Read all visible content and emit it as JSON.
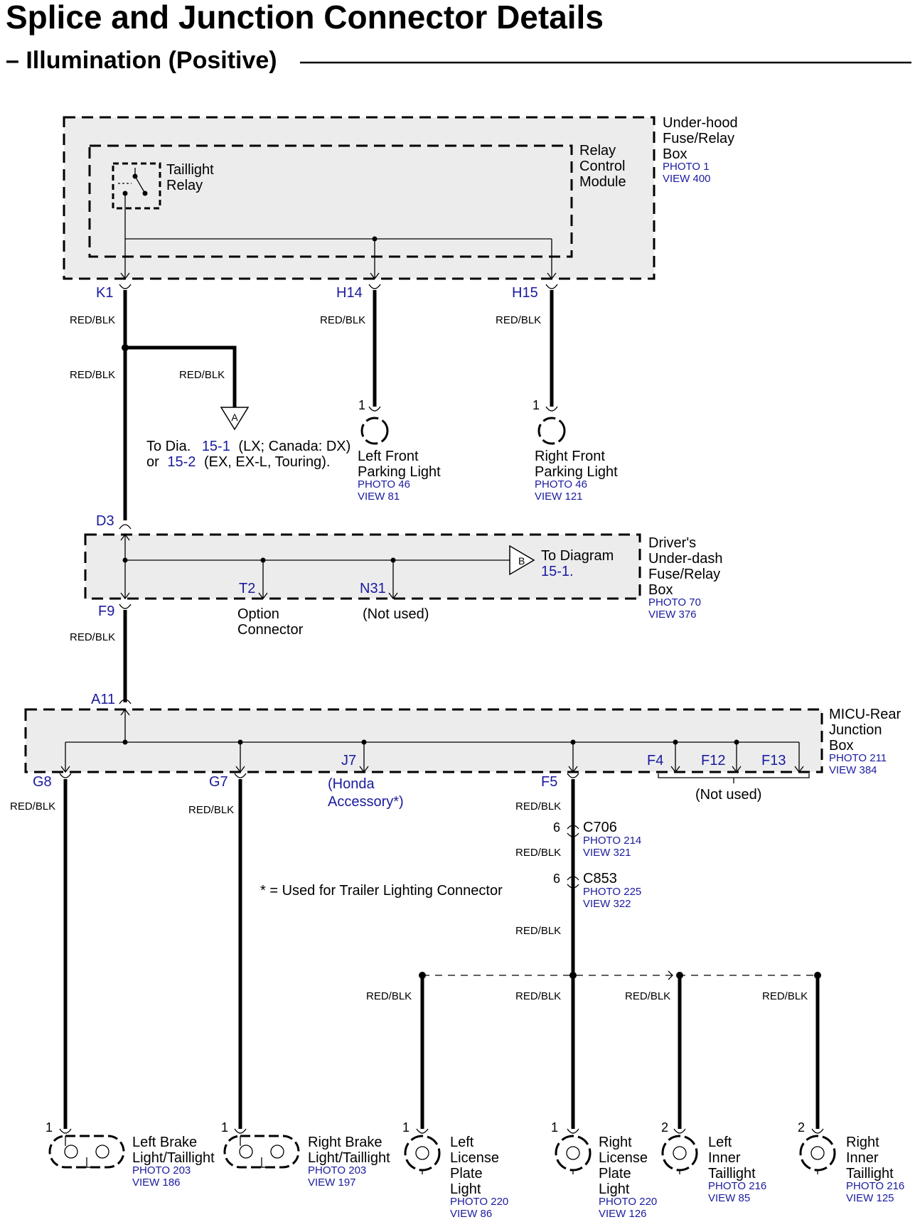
{
  "title": "Splice and Junction Connector Details",
  "subtitle": "– Illumination (Positive)",
  "underhood": {
    "name": [
      "Under-hood",
      "Fuse/Relay",
      "Box"
    ],
    "photo": "PHOTO 1",
    "view": "VIEW 400",
    "relay_control_module": [
      "Relay",
      "Control",
      "Module"
    ],
    "taillight_relay": [
      "Taillight",
      "Relay"
    ],
    "pins": {
      "k1": "K1",
      "h14": "H14",
      "h15": "H15"
    }
  },
  "wires": {
    "k1": "RED/BLK",
    "h14": "RED/BLK",
    "h15": "RED/BLK",
    "k1_lower": "RED/BLK",
    "branch_a": "RED/BLK",
    "f9": "RED/BLK",
    "g8": "RED/BLK",
    "g7": "RED/BLK",
    "f5": "RED/BLK",
    "c706_c853": "RED/BLK",
    "c853_splice": "RED/BLK",
    "left_license": "RED/BLK",
    "right_license": "RED/BLK",
    "left_inner": "RED/BLK",
    "right_inner": "RED/BLK"
  },
  "connector_a": {
    "label": "A",
    "text_line1_a": "To Dia.",
    "text_line1_link": "15-1",
    "text_line1_b": "(LX; Canada: DX)",
    "text_line2_a": "or",
    "text_line2_link": "15-2",
    "text_line2_b": "(EX, EX-L, Touring)."
  },
  "left_front_parking": {
    "pin": "1",
    "name": [
      "Left Front",
      "Parking Light"
    ],
    "photo": "PHOTO 46",
    "view": "VIEW 81"
  },
  "right_front_parking": {
    "pin": "1",
    "name": [
      "Right Front",
      "Parking Light"
    ],
    "photo": "PHOTO 46",
    "view": "VIEW 121"
  },
  "underdash": {
    "name": [
      "Driver's",
      "Under-dash",
      "Fuse/Relay",
      "Box"
    ],
    "photo": "PHOTO 70",
    "view": "VIEW 376",
    "pins": {
      "d3": "D3",
      "f9": "F9",
      "t2": "T2",
      "n31": "N31"
    },
    "option_connector": [
      "Option",
      "Connector"
    ],
    "not_used": "(Not used)",
    "connector_b": "B",
    "to_diagram": "To Diagram",
    "to_diagram_link": "15-1."
  },
  "micu": {
    "name": [
      "MICU-Rear",
      "Junction",
      "Box"
    ],
    "photo": "PHOTO 211",
    "view": "VIEW 384",
    "pins": {
      "a11": "A11",
      "g8": "G8",
      "g7": "G7",
      "j7": "J7",
      "f5": "F5",
      "f4": "F4",
      "f12": "F12",
      "f13": "F13"
    },
    "honda_accessory": [
      "(Honda",
      "Accessory*)"
    ],
    "not_used": "(Not used)"
  },
  "footnote": "* = Used for Trailer Lighting Connector",
  "c706": {
    "pin": "6",
    "name": "C706",
    "photo": "PHOTO 214",
    "view": "VIEW 321"
  },
  "c853": {
    "pin": "6",
    "name": "C853",
    "photo": "PHOTO 225",
    "view": "VIEW 322"
  },
  "loads": {
    "left_brake": {
      "pin": "1",
      "name": [
        "Left Brake",
        "Light/Taillight"
      ],
      "photo": "PHOTO 203",
      "view": "VIEW 186"
    },
    "right_brake": {
      "pin": "1",
      "name": [
        "Right Brake",
        "Light/Taillight"
      ],
      "photo": "PHOTO 203",
      "view": "VIEW 197"
    },
    "left_license": {
      "pin": "1",
      "name": [
        "Left",
        "License",
        "Plate",
        "Light"
      ],
      "photo": "PHOTO 220",
      "view": "VIEW 86"
    },
    "right_license": {
      "pin": "1",
      "name": [
        "Right",
        "License",
        "Plate",
        "Light"
      ],
      "photo": "PHOTO 220",
      "view": "VIEW 126"
    },
    "left_inner": {
      "pin": "2",
      "name": [
        "Left",
        "Inner",
        "Taillight"
      ],
      "photo": "PHOTO 216",
      "view": "VIEW 85"
    },
    "right_inner": {
      "pin": "2",
      "name": [
        "Right",
        "Inner",
        "Taillight"
      ],
      "photo": "PHOTO 216",
      "view": "VIEW 125"
    }
  }
}
